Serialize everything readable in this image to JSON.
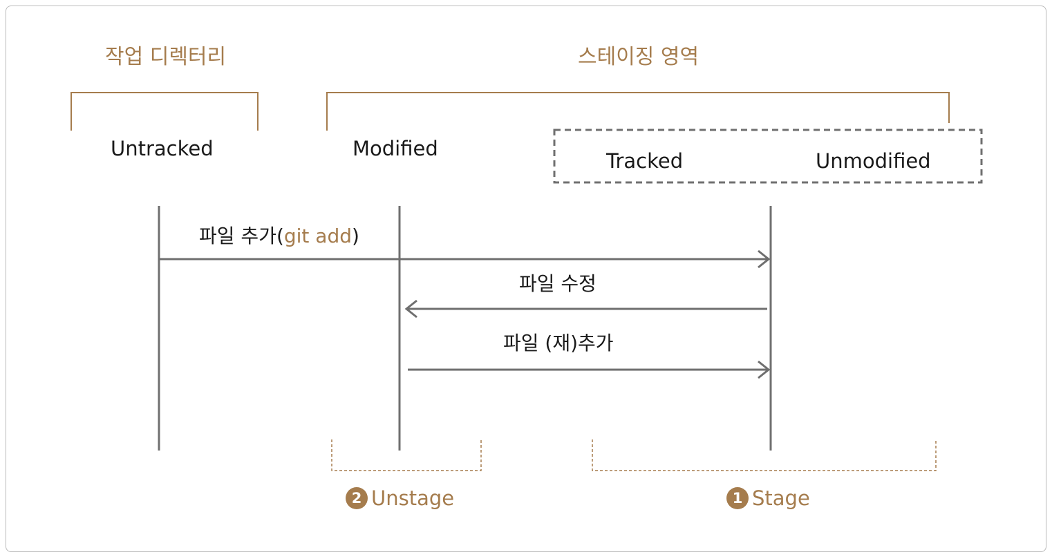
{
  "sections": {
    "working_dir": "작업 디렉터리",
    "staging_area": "스테이징 영역"
  },
  "states": {
    "untracked": "Untracked",
    "modified": "Modified",
    "tracked": "Tracked",
    "unmodified": "Unmodified"
  },
  "actions": {
    "add_file_prefix": "파일 추가(",
    "add_file_cmd": "git add",
    "add_file_suffix": ")",
    "modify_file": "파일 수정",
    "readd_file": "파일 (재)추가"
  },
  "steps": {
    "unstage_num": "2",
    "unstage_label": "Unstage",
    "stage_num": "1",
    "stage_label": "Stage"
  },
  "colors": {
    "accent": "#a57c4d",
    "line": "#6f6f6f",
    "dashed_box": "#6f6f6f",
    "text": "#1a1a1a"
  }
}
